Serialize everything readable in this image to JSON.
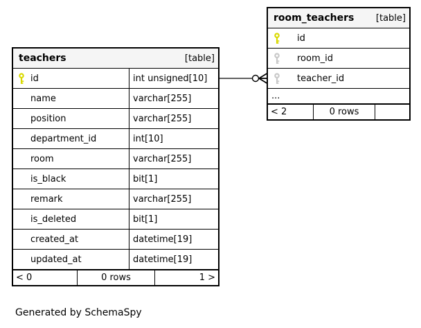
{
  "caption": "Generated by SchemaSpy",
  "colors": {
    "primary_key": "#d9d900",
    "foreign_key": "#c8c8c8",
    "header_bg": "#f5f5f5",
    "border": "#000000",
    "background": "#ffffff"
  },
  "connector": {
    "from_table": "teachers",
    "from_column": "id",
    "to_table": "room_teachers",
    "to_column": "teacher_id",
    "style": "zero-or-many-crow-foot"
  },
  "tables": [
    {
      "id": "teachers",
      "name": "teachers",
      "badge": "[table]",
      "columns": [
        {
          "name": "id",
          "type": "int unsigned[10]",
          "key": "primary"
        },
        {
          "name": "name",
          "type": "varchar[255]",
          "key": ""
        },
        {
          "name": "position",
          "type": "varchar[255]",
          "key": ""
        },
        {
          "name": "department_id",
          "type": "int[10]",
          "key": ""
        },
        {
          "name": "room",
          "type": "varchar[255]",
          "key": ""
        },
        {
          "name": "is_black",
          "type": "bit[1]",
          "key": ""
        },
        {
          "name": "remark",
          "type": "varchar[255]",
          "key": ""
        },
        {
          "name": "is_deleted",
          "type": "bit[1]",
          "key": ""
        },
        {
          "name": "created_at",
          "type": "datetime[19]",
          "key": ""
        },
        {
          "name": "updated_at",
          "type": "datetime[19]",
          "key": ""
        }
      ],
      "footer": {
        "left": "< 0",
        "center": "0 rows",
        "right": "1 >"
      }
    },
    {
      "id": "room_teachers",
      "name": "room_teachers",
      "badge": "[table]",
      "columns": [
        {
          "name": "id",
          "type": "",
          "key": "primary"
        },
        {
          "name": "room_id",
          "type": "",
          "key": "foreign"
        },
        {
          "name": "teacher_id",
          "type": "",
          "key": "foreign"
        }
      ],
      "ellipsis": "...",
      "footer": {
        "left": "< 2",
        "center": "0 rows",
        "right": ""
      }
    }
  ]
}
